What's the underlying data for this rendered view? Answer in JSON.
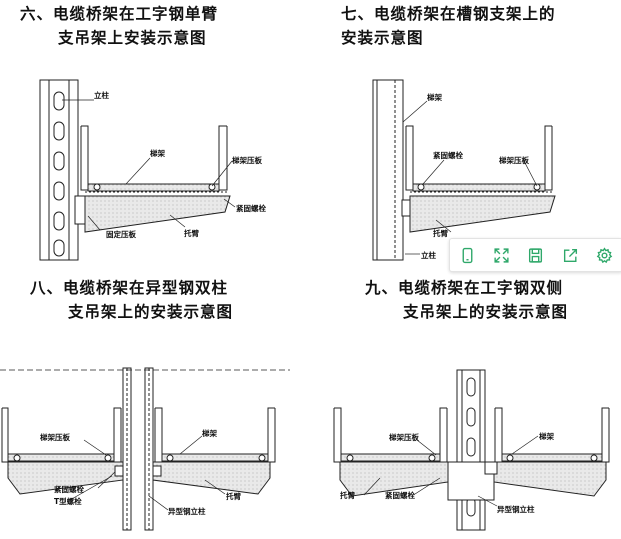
{
  "titles": {
    "six": {
      "line1": "六、电缆桥架在工字钢单臂",
      "line2": "支吊架上安装示意图"
    },
    "seven": {
      "line1": "七、电缆桥架在槽钢支架上的",
      "line2": "安装示意图"
    },
    "eight": {
      "line1": "八、电缆桥架在异型钢双柱",
      "line2": "支吊架上的安装示意图"
    },
    "nine": {
      "line1": "九、电缆桥架在工字钢双侧",
      "line2": "支吊架上的安装示意图"
    }
  },
  "labels": {
    "six": {
      "column": "立柱",
      "tray": "梯架",
      "clamp": "梯架压板",
      "bolt": "紧固螺栓",
      "plate": "固定压板",
      "bracket": "托臂"
    },
    "seven": {
      "tray": "梯架",
      "bolt": "紧固螺栓",
      "clamp": "梯架压板",
      "bracket": "托臂",
      "column": "立柱"
    },
    "eight": {
      "clamp": "梯架压板",
      "tray": "梯架",
      "bolt": "紧固螺栓",
      "tbolt": "T型螺栓",
      "bracket": "托臂",
      "column": "异型钢立柱"
    },
    "nine": {
      "clamp": "梯架压板",
      "tray": "梯架",
      "bracket": "托臂",
      "bolt": "紧固螺栓",
      "column": "异型钢立柱"
    }
  },
  "toolbar": {
    "icons": [
      "phone-icon",
      "expand-icon",
      "save-icon",
      "share-icon",
      "settings-icon"
    ],
    "accent": "#2fa86a"
  }
}
